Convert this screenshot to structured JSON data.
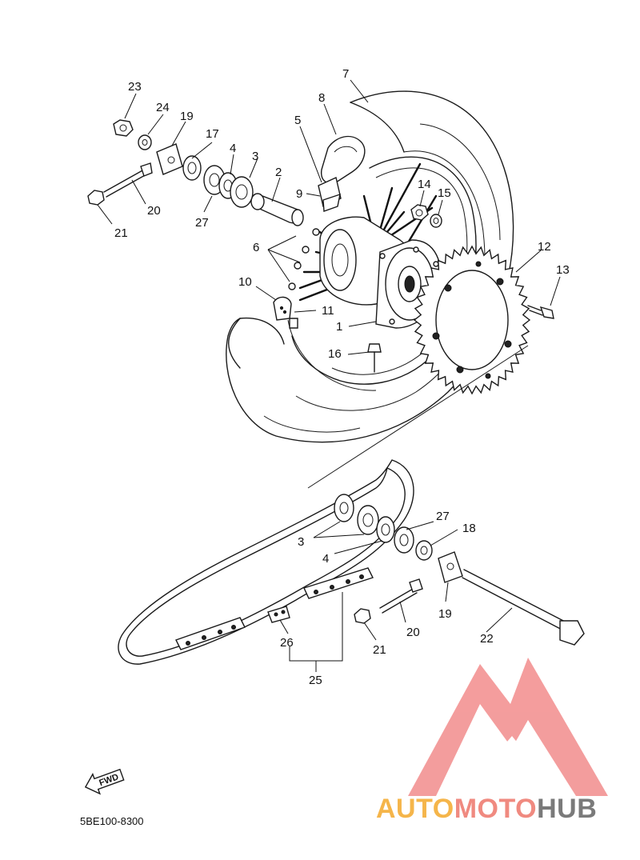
{
  "diagram_code": "5BE100-8300",
  "fwd_label": "FWD",
  "watermark": {
    "part1": "AUTO",
    "part2": "MOTO",
    "part3": "HUB",
    "color_auto": "#F5B54A",
    "color_moto": "#F08A80",
    "color_hub": "#7A7A7A",
    "logo_color": "#F28C8C"
  },
  "labels": [
    "1",
    "2",
    "3",
    "4",
    "5",
    "6",
    "7",
    "8",
    "9",
    "10",
    "11",
    "12",
    "13",
    "14",
    "15",
    "16",
    "17",
    "18",
    "19",
    "20",
    "21",
    "22",
    "23",
    "24",
    "25",
    "26",
    "27"
  ]
}
